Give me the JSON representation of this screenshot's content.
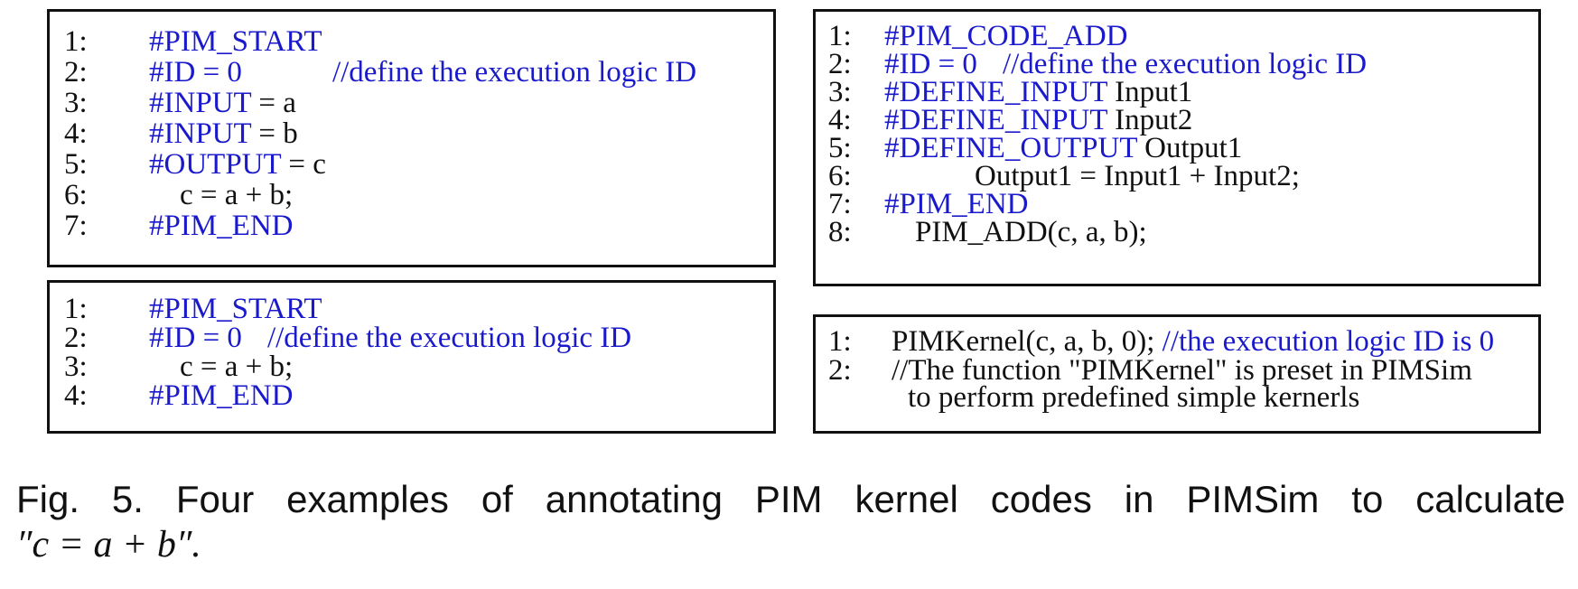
{
  "figure": {
    "boxes": {
      "a": {
        "lines": [
          {
            "num": "1:",
            "code": "#PIM_START",
            "comment": ""
          },
          {
            "num": "2:",
            "code": "#ID = 0",
            "comment": "//define the execution logic ID"
          },
          {
            "num": "3:",
            "code": "#INPUT",
            "rest": " = a"
          },
          {
            "num": "4:",
            "code": "#INPUT",
            "rest": " = b"
          },
          {
            "num": "5:",
            "code": "#OUTPUT",
            "rest": " = c"
          },
          {
            "num": "6:",
            "plain": "c = a + b;"
          },
          {
            "num": "7:",
            "code": "#PIM_END"
          }
        ]
      },
      "b": {
        "lines": [
          {
            "num": "1:",
            "code": "#PIM_START"
          },
          {
            "num": "2:",
            "code": "#ID = 0",
            "comment": "//define the execution logic ID"
          },
          {
            "num": "3:",
            "plain": "c = a + b;"
          },
          {
            "num": "4:",
            "code": "#PIM_END"
          }
        ]
      },
      "c": {
        "lines": [
          {
            "num": "1:",
            "code": "#PIM_CODE_ADD"
          },
          {
            "num": "2:",
            "code": "#ID = 0",
            "comment": "//define the execution logic ID"
          },
          {
            "num": "3:",
            "code": "#DEFINE_INPUT",
            "rest": " Input1"
          },
          {
            "num": "4:",
            "code": "#DEFINE_INPUT",
            "rest": " Input2"
          },
          {
            "num": "5:",
            "code": "#DEFINE_OUTPUT",
            "rest": " Output1"
          },
          {
            "num": "6:",
            "plain": "Output1 = Input1 + Input2;"
          },
          {
            "num": "7:",
            "code": "#PIM_END"
          },
          {
            "num": "8:",
            "plain": "PIM_ADD(c, a, b);"
          }
        ]
      },
      "d": {
        "lines": [
          {
            "num": "1:",
            "plain": "PIMKernel(c, a, b, 0);",
            "comment": " //the execution logic ID is 0"
          },
          {
            "num": "2:",
            "plain": "//The function \"PIMKernel\" is preset in PIMSim"
          },
          {
            "num": "",
            "plain": "to perform predefined simple kernerls"
          }
        ]
      }
    },
    "caption": {
      "line1": "Fig. 5. Four examples of annotating PIM kernel codes in PIMSim to calculate",
      "line2": "″c = a + b″."
    }
  }
}
